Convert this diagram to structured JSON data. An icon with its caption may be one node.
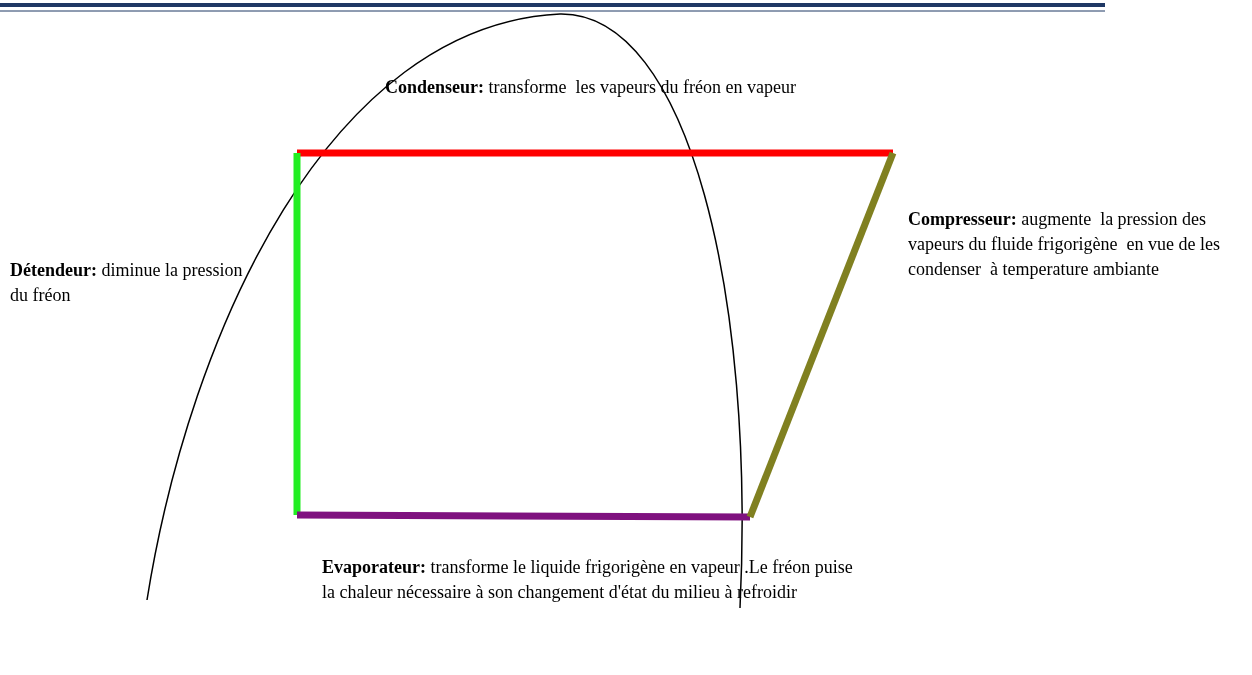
{
  "diagram": {
    "labels": [
      "**Condenseur:** transforme  les vapeurs du fréon en vapeur",
      "**Compresseur:** augmente  la pression des vapeurs du fluide frigorigène  en vue de les condenser  à temperature ambiante",
      "**Détendeur:** diminue la pression du fréon",
      "**Evaporateur:** transforme le liquide frigorigène en vapeur .Le fréon puise la chaleur nécessaire à son changement d'état du milieu à refroidir"
    ]
  }
}
